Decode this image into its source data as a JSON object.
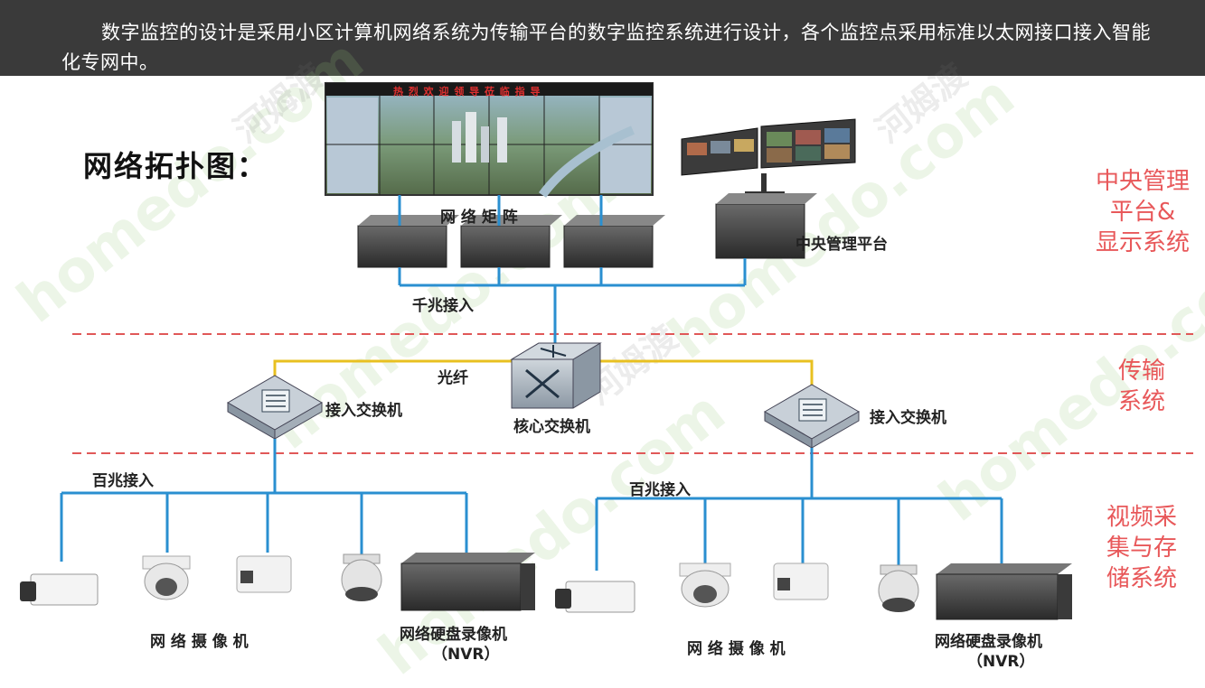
{
  "header": {
    "text": "数字监控的设计是采用小区计算机网络系统为传输平台的数字监控系统进行设计，各个监控点采用标准以太网接口接入智能化专网中。"
  },
  "diagram": {
    "title": "网络拓扑图：",
    "video_wall_banner": "热 烈 欢 迎 领 导 莅 临 指 导",
    "labels": {
      "matrix": "网 络 矩 阵",
      "central": "中央管理平台",
      "gigabit": "千兆接入",
      "fiber": "光纤",
      "core_switch": "核心交换机",
      "access_switch_left": "接入交换机",
      "access_switch_right": "接入交换机",
      "fast_left": "百兆接入",
      "fast_right": "百兆接入",
      "cameras_left": "网 络 摄 像 机",
      "cameras_right": "网 络 摄 像 机",
      "nvr_left_1": "网络硬盘录像机",
      "nvr_left_2": "（NVR）",
      "nvr_right_1": "网络硬盘录像机",
      "nvr_right_2": "（NVR）"
    },
    "sections": {
      "top": "中央管理\n平台&\n显示系统",
      "middle": "传输\n系统",
      "bottom": "视频采\n集与存\n储系统"
    },
    "watermarks": {
      "site": "homedo.com",
      "brand": "河姆渡"
    },
    "colors": {
      "network_line": "#2a8fd0",
      "fiber_line": "#e8c020",
      "divider": "#e05858",
      "section_text": "#e8585a"
    }
  }
}
